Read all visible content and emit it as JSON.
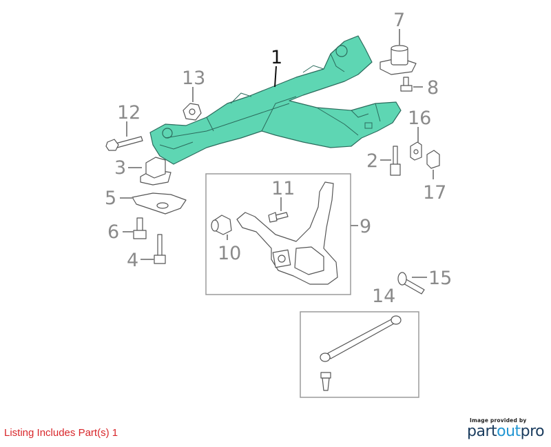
{
  "diagram": {
    "highlight_color": "#5ed6b3",
    "callout_color": "#8a8a8a",
    "callouts": [
      {
        "id": "1",
        "label": "1"
      },
      {
        "id": "2",
        "label": "2"
      },
      {
        "id": "3",
        "label": "3"
      },
      {
        "id": "4",
        "label": "4"
      },
      {
        "id": "5",
        "label": "5"
      },
      {
        "id": "6",
        "label": "6"
      },
      {
        "id": "7",
        "label": "7"
      },
      {
        "id": "8",
        "label": "8"
      },
      {
        "id": "9",
        "label": "9"
      },
      {
        "id": "10",
        "label": "10"
      },
      {
        "id": "11",
        "label": "11"
      },
      {
        "id": "12",
        "label": "12"
      },
      {
        "id": "13",
        "label": "13"
      },
      {
        "id": "14",
        "label": "14"
      },
      {
        "id": "15",
        "label": "15"
      },
      {
        "id": "16",
        "label": "16"
      },
      {
        "id": "17",
        "label": "17"
      }
    ]
  },
  "footer": {
    "listing_note": "Listing Includes Part(s) 1",
    "listing_note_color": "#d8262a",
    "credit_small": "Image provided by",
    "credit_brand_part": "part",
    "credit_brand_out": "out",
    "credit_brand_pro": "pro"
  }
}
